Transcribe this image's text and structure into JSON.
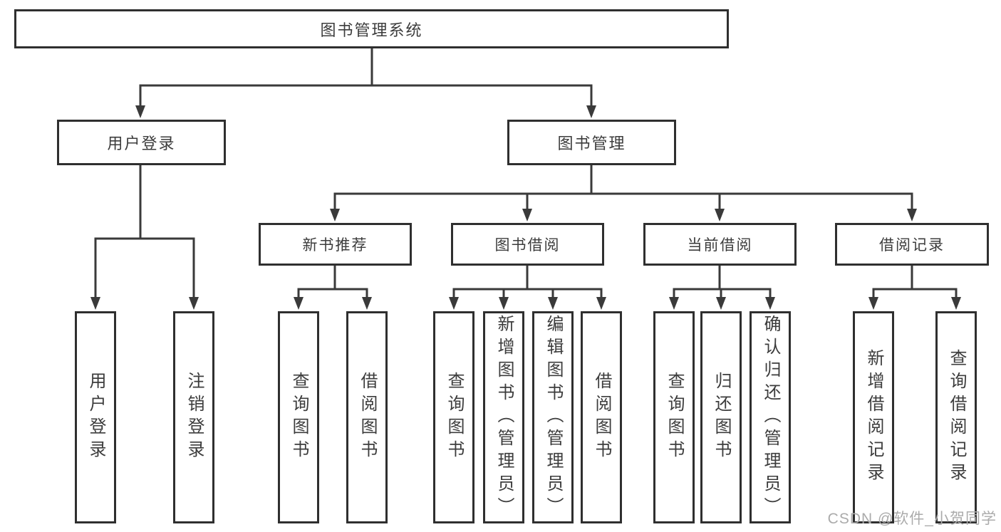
{
  "tree": {
    "label": "图书管理系统",
    "children": [
      {
        "label": "用户登录",
        "children": [
          {
            "label": "用户登录"
          },
          {
            "label": "注销登录"
          }
        ]
      },
      {
        "label": "图书管理",
        "children": [
          {
            "label": "新书推荐",
            "children": [
              {
                "label": "查询图书"
              },
              {
                "label": "借阅图书"
              }
            ]
          },
          {
            "label": "图书借阅",
            "children": [
              {
                "label": "查询图书"
              },
              {
                "label": "新增图书（管理员）"
              },
              {
                "label": "编辑图书（管理员）"
              },
              {
                "label": "借阅图书"
              }
            ]
          },
          {
            "label": "当前借阅",
            "children": [
              {
                "label": "查询图书"
              },
              {
                "label": "归还图书"
              },
              {
                "label": "确认归还（管理员）"
              }
            ]
          },
          {
            "label": "借阅记录",
            "children": [
              {
                "label": "新增借阅记录"
              },
              {
                "label": "查询借阅记录"
              }
            ]
          }
        ]
      }
    ]
  },
  "watermark": {
    "text": "CSDN @软件_小贺同学"
  },
  "colors": {
    "background": "#ffffff",
    "line": "#3a3a3a",
    "box_border": "#2f2f2f",
    "text": "#3c3c3c",
    "watermark": "#ababab"
  }
}
